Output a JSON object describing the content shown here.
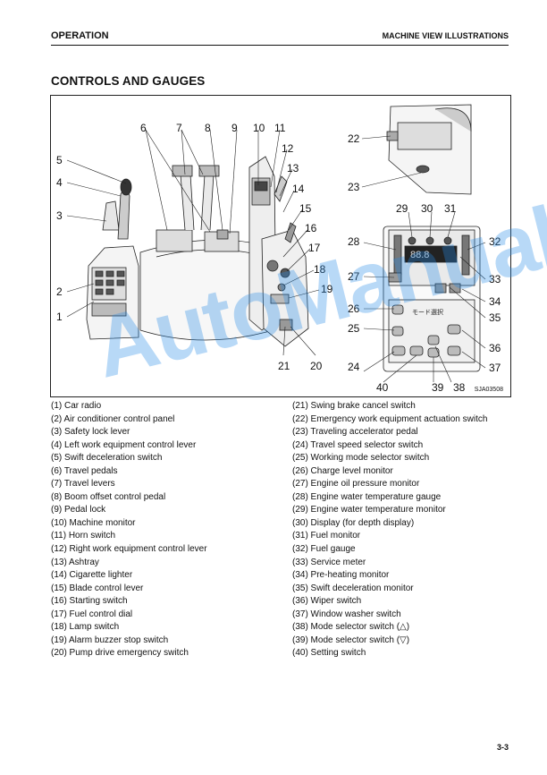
{
  "header": {
    "left": "OPERATION",
    "right": "MACHINE VIEW ILLUSTRATIONS"
  },
  "section_title": "CONTROLS AND GAUGES",
  "figure": {
    "code": "SJA03508",
    "callouts": [
      "1",
      "2",
      "3",
      "4",
      "5",
      "6",
      "7",
      "8",
      "9",
      "10",
      "11",
      "12",
      "13",
      "14",
      "15",
      "16",
      "17",
      "18",
      "19",
      "20",
      "21",
      "22",
      "23",
      "24",
      "25",
      "26",
      "27",
      "28",
      "29",
      "30",
      "31",
      "32",
      "33",
      "34",
      "35",
      "36",
      "37",
      "38",
      "39",
      "40"
    ],
    "panel_text": "モード選択"
  },
  "legend_left": [
    "(1) Car radio",
    "(2) Air conditioner control panel",
    "(3) Safety lock lever",
    "(4) Left work equipment control lever",
    "(5) Swift deceleration switch",
    "(6) Travel pedals",
    "(7) Travel levers",
    "(8) Boom offset control pedal",
    "(9) Pedal lock",
    "(10) Machine monitor",
    "(11) Horn switch",
    "(12) Right work equipment control lever",
    "(13) Ashtray",
    "(14) Cigarette lighter",
    "(15) Blade control lever",
    "(16) Starting switch",
    "(17) Fuel control dial",
    "(18) Lamp switch",
    "(19) Alarm buzzer stop switch",
    "(20) Pump drive emergency switch"
  ],
  "legend_right": [
    "(21) Swing brake cancel switch",
    "(22) Emergency work equipment actuation switch",
    "(23) Traveling accelerator pedal",
    "(24) Travel speed selector switch",
    "(25) Working mode selector switch",
    "(26) Charge level monitor",
    "(27) Engine oil pressure monitor",
    "(28) Engine water temperature gauge",
    "(29) Engine water temperature monitor",
    "(30) Display (for depth display)",
    "(31) Fuel monitor",
    "(32) Fuel gauge",
    "(33) Service meter",
    "(34) Pre-heating monitor",
    "(35) Swift deceleration monitor",
    "(36) Wiper switch",
    "(37) Window washer switch",
    "(38) Mode selector switch (△)",
    "(39) Mode selector switch (▽)",
    "(40) Setting switch"
  ],
  "watermark": "AutoManual",
  "page_number": "3-3"
}
